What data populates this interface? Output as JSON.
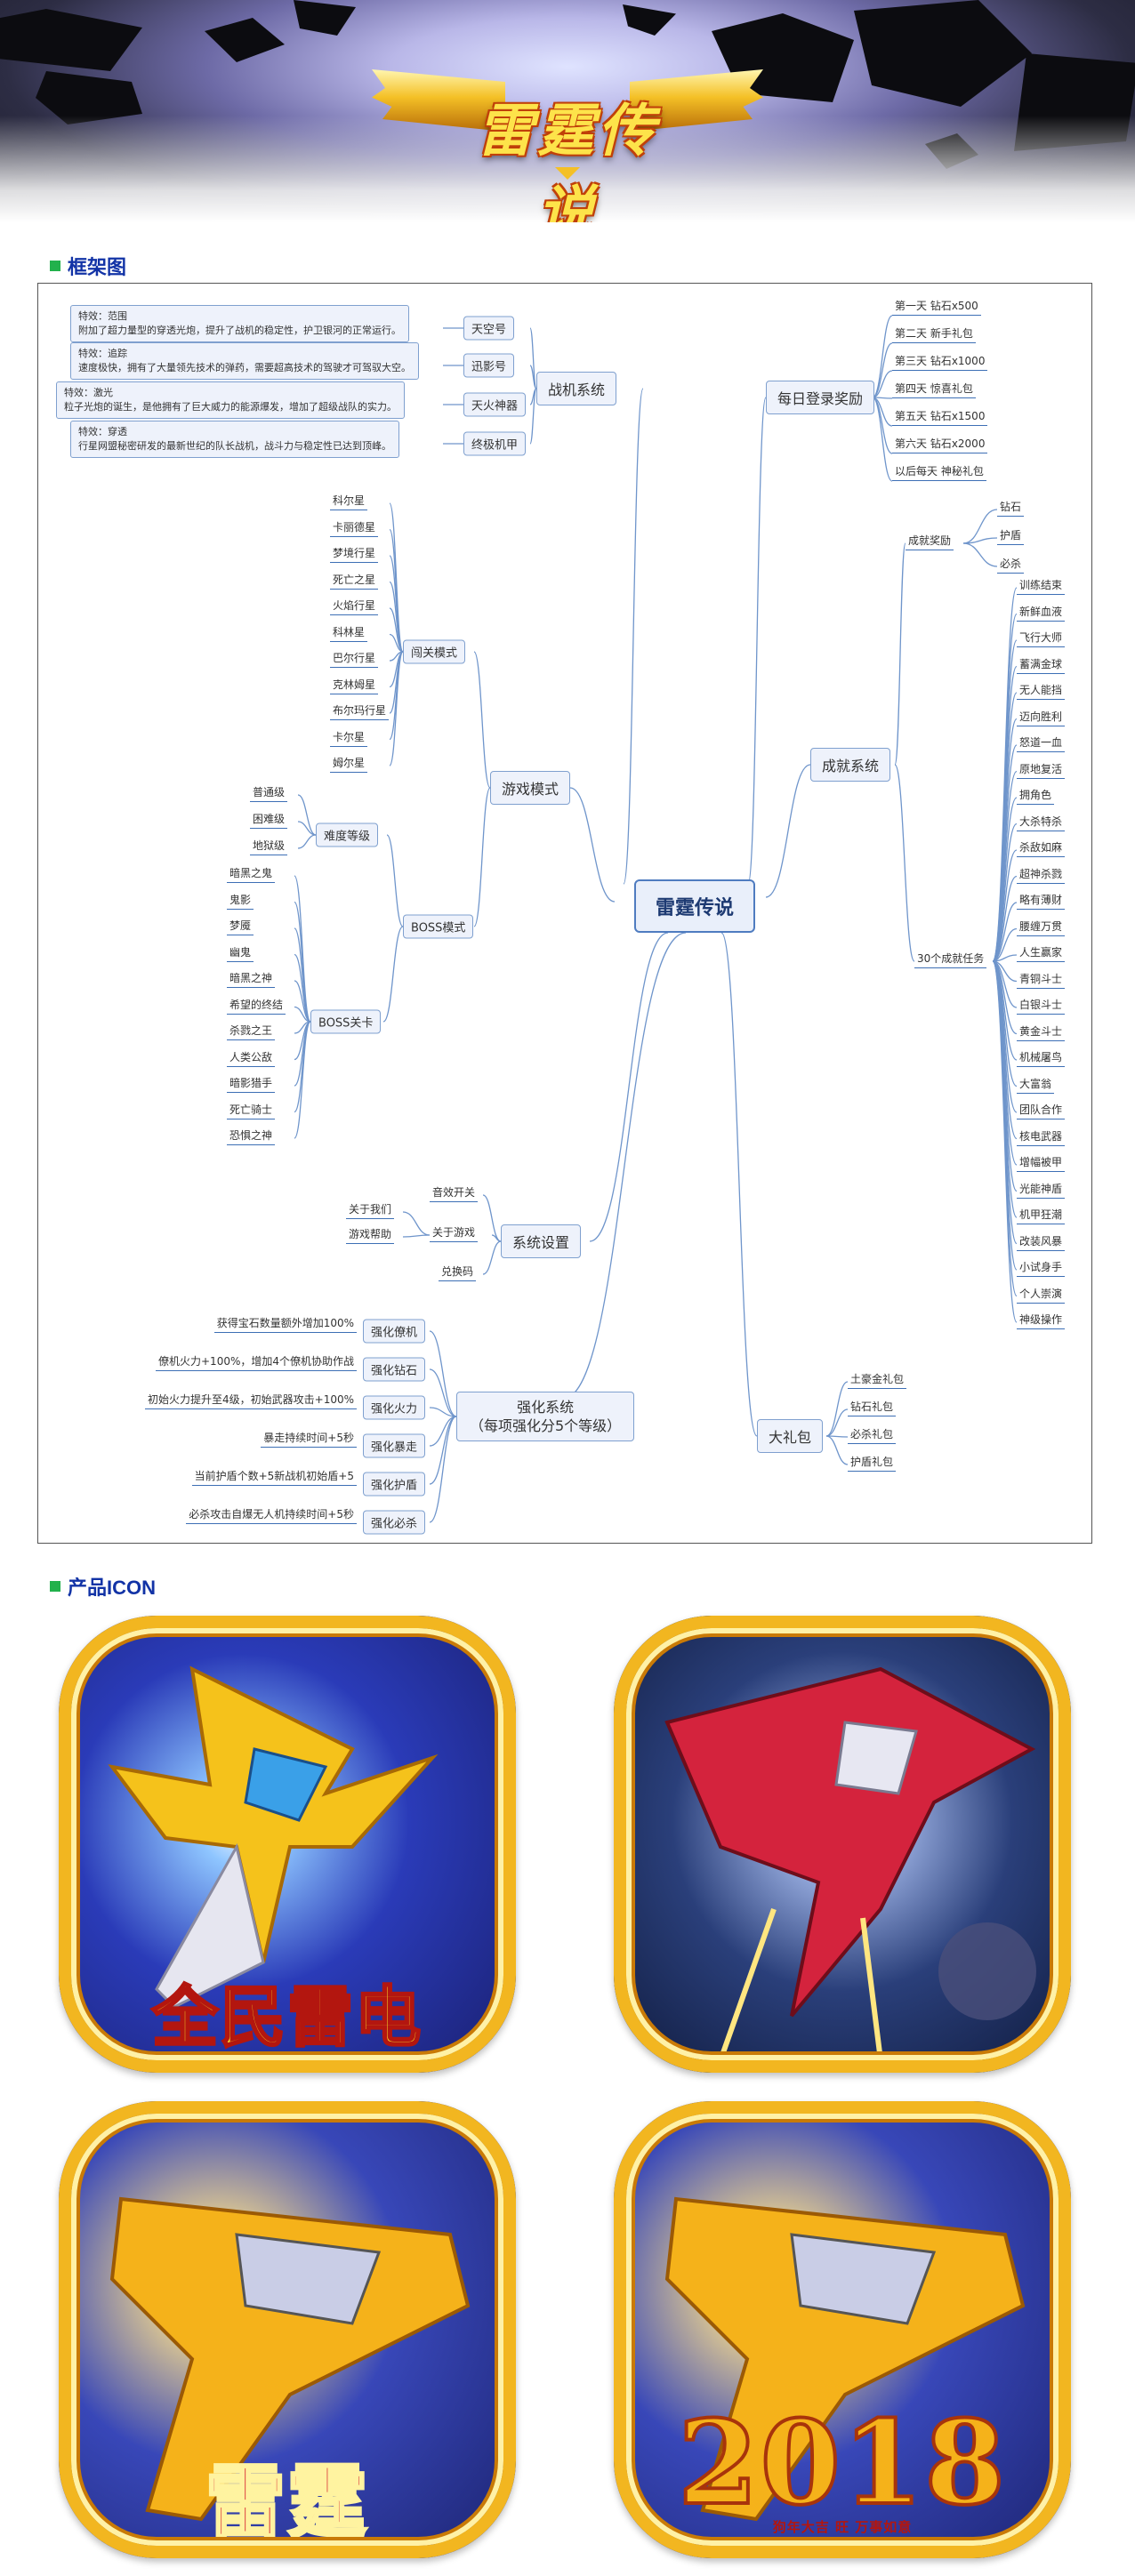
{
  "banner": {
    "logo_text": "雷霆传说"
  },
  "sections": {
    "framework": "框架图",
    "icons": "产品ICON"
  },
  "mindmap": {
    "root": "雷霆传说",
    "fighter_system": {
      "label": "战机系统",
      "items": [
        {
          "name": "天空号",
          "note": [
            "特效：范围",
            "附加了超力量型的穿透光炮，提升了战机的稳定性，护卫银河的正常运行。"
          ]
        },
        {
          "name": "迅影号",
          "note": [
            "特效：追踪",
            "速度极快，拥有了大量领先技术的弹药，需要超高技术的驾驶才可驾驭大空。"
          ]
        },
        {
          "name": "天火神器",
          "note": [
            "特效：激光",
            "粒子光炮的诞生，是他拥有了巨大威力的能源爆发，增加了超级战队的实力。"
          ]
        },
        {
          "name": "终极机甲",
          "note": [
            "特效：穿透",
            "行星网盟秘密研发的最新世纪的队长战机，战斗力与稳定性已达到顶峰。"
          ]
        }
      ]
    },
    "game_mode": {
      "label": "游戏模式",
      "level_mode": {
        "label": "闯关模式",
        "items": [
          "科尔星",
          "卡丽德星",
          "梦境行星",
          "死亡之星",
          "火焰行星",
          "科林星",
          "巴尔行星",
          "克林姆星",
          "布尔玛行星",
          "卡尔星",
          "姆尔星"
        ]
      },
      "boss_mode": {
        "label": "BOSS模式",
        "difficulty": {
          "label": "难度等级",
          "items": [
            "普通级",
            "困难级",
            "地狱级"
          ]
        },
        "stages": {
          "label": "BOSS关卡",
          "items": [
            "暗黑之鬼",
            "鬼影",
            "梦魇",
            "幽鬼",
            "暗黑之神",
            "希望的终结",
            "杀戮之王",
            "人类公敌",
            "暗影猎手",
            "死亡骑士",
            "恐惧之神"
          ]
        }
      }
    },
    "settings": {
      "label": "系统设置",
      "sound": "音效开关",
      "about": {
        "label": "关于游戏",
        "items": [
          "关于我们",
          "游戏帮助"
        ]
      },
      "redeem": "兑换码"
    },
    "upgrade": {
      "label_line1": "强化系统",
      "label_line2": "（每项强化分5个等级）",
      "items": [
        {
          "name": "强化僚机",
          "desc": "获得宝石数量额外增加100%"
        },
        {
          "name": "强化钻石",
          "desc": "僚机火力+100%，增加4个僚机协助作战"
        },
        {
          "name": "强化火力",
          "desc": "初始火力提升至4级，初始武器攻击+100%"
        },
        {
          "name": "强化暴走",
          "desc": "暴走持续时间+5秒"
        },
        {
          "name": "强化护盾",
          "desc": "当前护盾个数+5新战机初始盾+5"
        },
        {
          "name": "强化必杀",
          "desc": "必杀攻击自爆无人机持续时间+5秒"
        }
      ]
    },
    "daily_login": {
      "label": "每日登录奖励",
      "items": [
        "第一天 钻石x500",
        "第二天 新手礼包",
        "第三天 钻石x1000",
        "第四天 惊喜礼包",
        "第五天 钻石x1500",
        "第六天 钻石x2000",
        "以后每天 神秘礼包"
      ]
    },
    "achievement": {
      "label": "成就系统",
      "reward": {
        "label": "成就奖励",
        "items": [
          "钻石",
          "护盾",
          "必杀"
        ]
      },
      "tasks": {
        "label": "30个成就任务",
        "items": [
          "训练结束",
          "新鲜血液",
          "飞行大师",
          "蓄满金球",
          "无人能挡",
          "迈向胜利",
          "怒道一血",
          "原地复活",
          "拥角色",
          "大杀特杀",
          "杀敌如麻",
          "超神杀戮",
          "略有薄财",
          "腰缠万贯",
          "人生赢家",
          "青铜斗士",
          "白银斗士",
          "黄金斗士",
          "机械屠鸟",
          "大富翁",
          "团队合作",
          "核电武器",
          "增幅被甲",
          "光能神盾",
          "机甲狂潮",
          "改装风暴",
          "小试身手",
          "个人崇演",
          "神级操作"
        ]
      }
    },
    "gift": {
      "label": "大礼包",
      "items": [
        "土豪金礼包",
        "钻石礼包",
        "必杀礼包",
        "护盾礼包"
      ]
    }
  },
  "icons": [
    {
      "title": "全民雷电",
      "caption": "",
      "colors": {
        "bg": "#2a3bb8",
        "accent": "#f5c21b",
        "word": "#f7d92a"
      }
    },
    {
      "title": "",
      "caption": "",
      "colors": {
        "bg": "#2a3f7a",
        "accent": "#d4233d",
        "word": ""
      }
    },
    {
      "title": "雷霆",
      "caption": "",
      "colors": {
        "bg": "#3847b8",
        "accent": "#f5b21a",
        "word": "#d4192a"
      }
    },
    {
      "title": "2018",
      "caption": "狗年大吉 旺 万事如意",
      "colors": {
        "bg": "#3847b8",
        "accent": "#f5b21a",
        "word": "#f5b21a"
      }
    }
  ]
}
